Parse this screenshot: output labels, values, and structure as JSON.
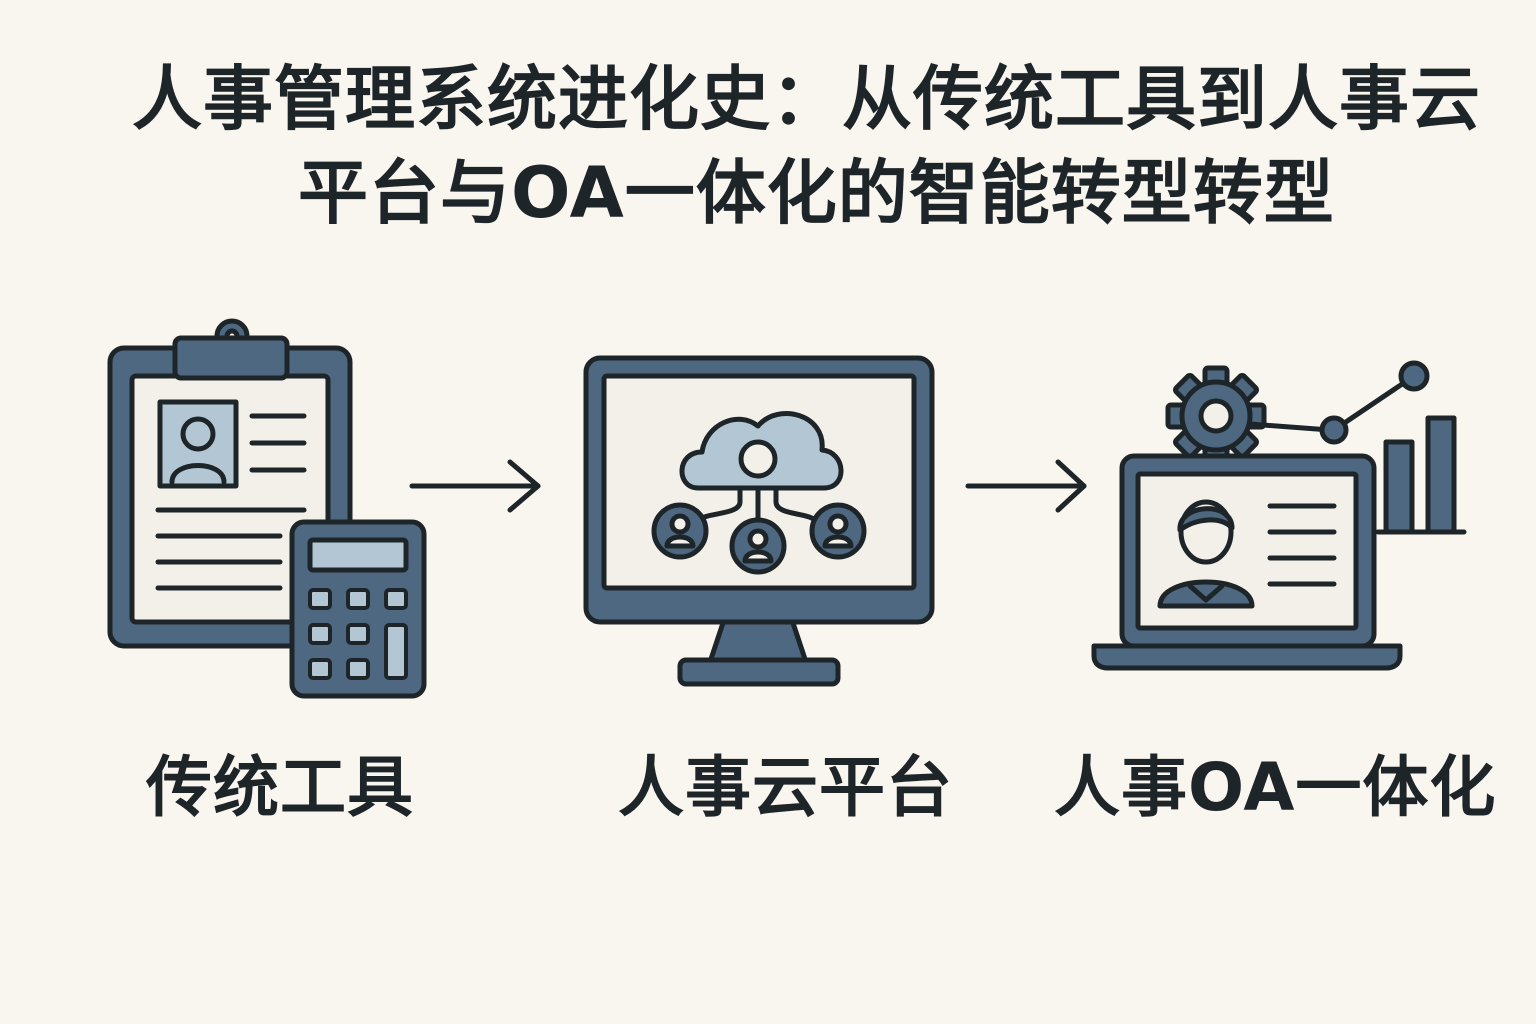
{
  "title": {
    "line1": "人事管理系统进化史：从传统工具到人事云",
    "line2": "平台与OA一体化的智能转型转型"
  },
  "stages": [
    {
      "label": "传统工具",
      "icon": "clipboard-calculator-icon"
    },
    {
      "label": "人事云平台",
      "icon": "cloud-monitor-icon"
    },
    {
      "label": "人事OA一体化",
      "icon": "laptop-gear-chart-icon"
    }
  ],
  "colors": {
    "background": "#f9f5ef",
    "outline": "#1e2529",
    "primary": "#4d6880",
    "light": "#b3c6d4",
    "white": "#f3f0ea"
  }
}
